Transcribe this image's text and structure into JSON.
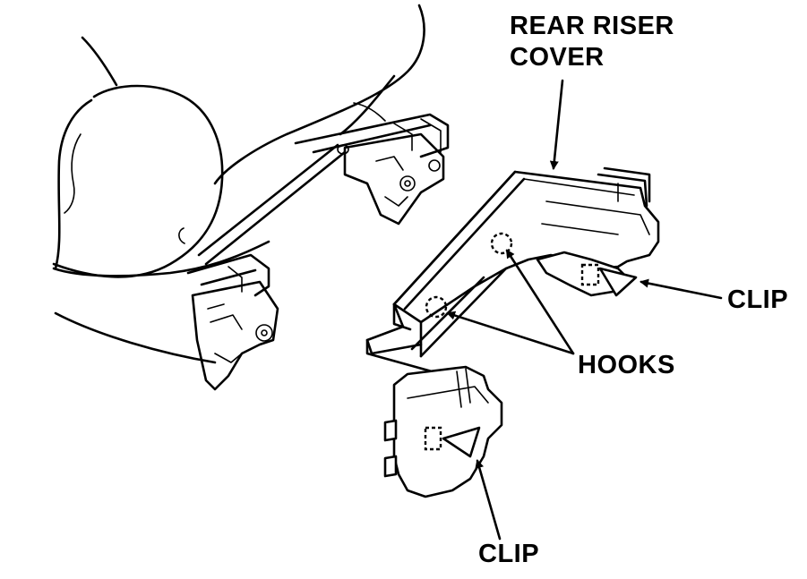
{
  "labels": {
    "rear_riser_cover_line1": "REAR RISER",
    "rear_riser_cover_line2": "COVER",
    "clip_right": "CLIP",
    "hooks": "HOOKS",
    "clip_bottom": "CLIP"
  },
  "colors": {
    "line": "#000000",
    "background": "#ffffff"
  }
}
